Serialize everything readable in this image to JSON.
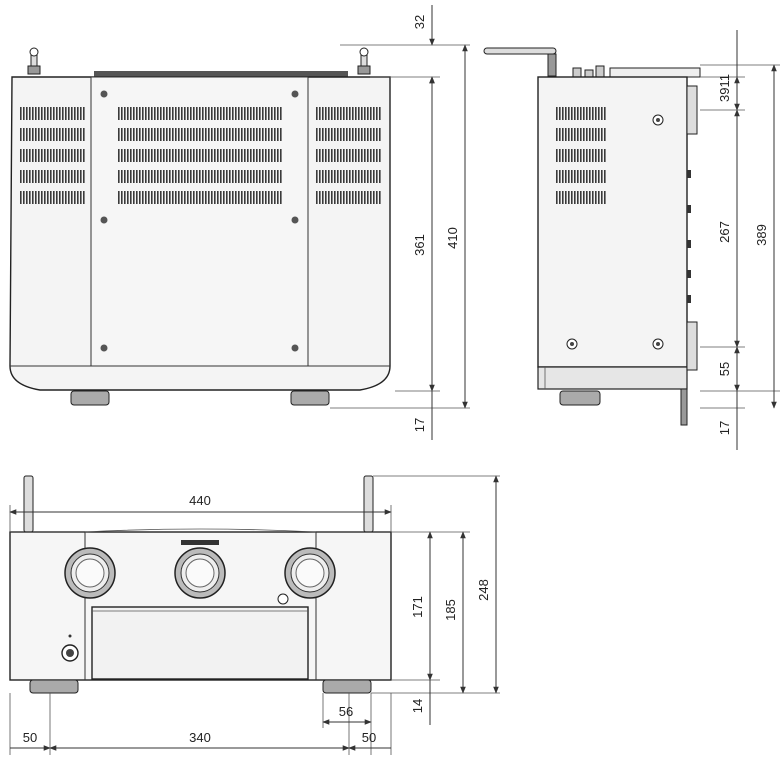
{
  "colors": {
    "line": "#333333",
    "body": "#f4f4f4",
    "vent": "#3a3a3a",
    "text": "#222222"
  },
  "top_view": {
    "dim_antenna_top": "32",
    "dim_body_depth": "361",
    "dim_total_depth": "410",
    "dim_foot": "17"
  },
  "side_view": {
    "dim_top_group": "3911",
    "dim_middle": "267",
    "dim_total": "389",
    "dim_lower": "55",
    "dim_foot": "17"
  },
  "front_view": {
    "dim_total_width": "440",
    "dim_body_height": "171",
    "dim_with_feet": "185",
    "dim_with_antenna": "248",
    "dim_foot_height": "14",
    "dim_foot_width": "56",
    "dim_left_margin": "50",
    "dim_feet_span": "340",
    "dim_right_margin": "50"
  }
}
